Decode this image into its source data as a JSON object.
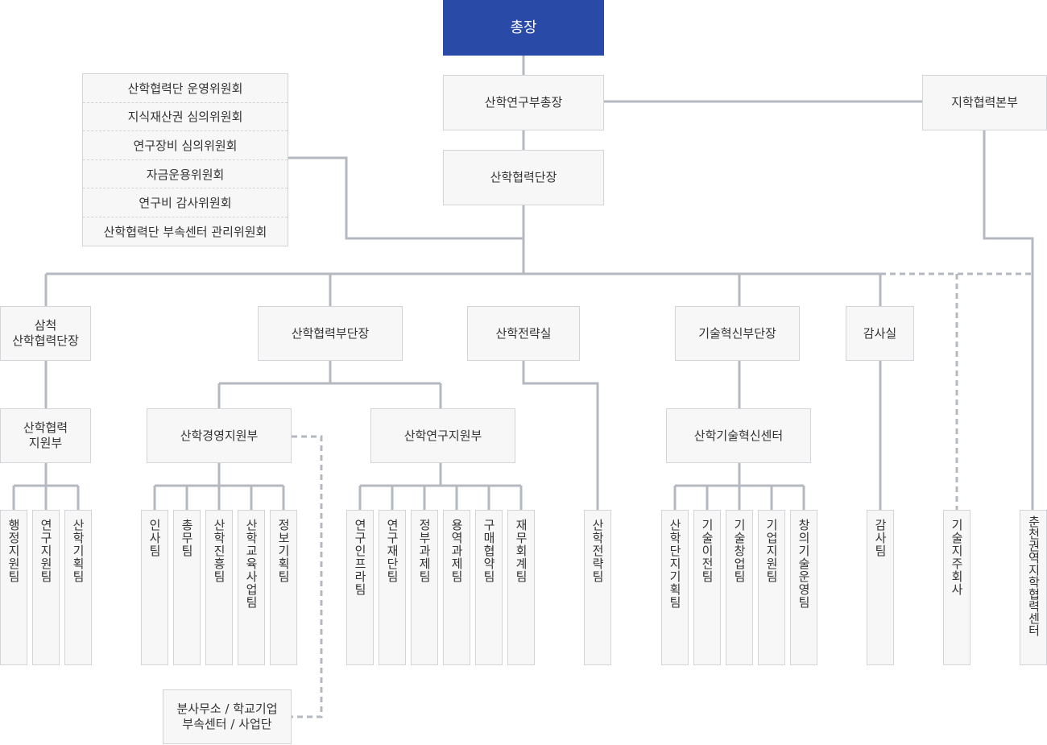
{
  "top": {
    "president": "총장",
    "vice_president": "산학연구부총장",
    "regional_hq": "지학협력본부",
    "foundation_head": "산학협력단장"
  },
  "committees": [
    "산학협력단 운영위원회",
    "지식재산권 심의위원회",
    "연구장비 심의위원회",
    "자금운용위원회",
    "연구비 감사위원회",
    "산학협력단 부속센터 관리위원회"
  ],
  "level2": {
    "samcheok": "삼척\n산학협력단장",
    "deputy_cooperation": "산학협력부단장",
    "strategy_office": "산학전략실",
    "deputy_tech": "기술혁신부단장",
    "audit_office": "감사실"
  },
  "level3": {
    "samcheok_support": "산학협력\n지원부",
    "management_support": "산학경영지원부",
    "research_support": "산학연구지원부",
    "tech_center": "산학기술혁신센터"
  },
  "branch_box": "분사무소 / 학교기업\n부속센터 / 사업단",
  "teams": {
    "samcheok": [
      "행정지원팀",
      "연구지원팀",
      "산학기획팀"
    ],
    "management": [
      "인사팀",
      "총무팀",
      "산학진흥팀",
      "산학교육사업팀",
      "정보기획팀"
    ],
    "research": [
      "연구인프라팀",
      "연구재단팀",
      "정부과제팀",
      "용역과제팀",
      "구매협약팀",
      "재무회계팀"
    ],
    "strategy": [
      "산학전략팀"
    ],
    "tech": [
      "산학단지기획팀",
      "기술이전팀",
      "기술창업팀",
      "기업지원팀",
      "창의기술운영팀"
    ],
    "audit": [
      "감사팀"
    ],
    "holding": [
      "기술지주회사"
    ],
    "regional_center": [
      "춘천권역지학협력센터"
    ]
  },
  "colors": {
    "accent": "#2a4aa8",
    "line": "#b4b8c0",
    "box_bg": "#f7f7f8",
    "box_border": "#d2d4d8"
  }
}
